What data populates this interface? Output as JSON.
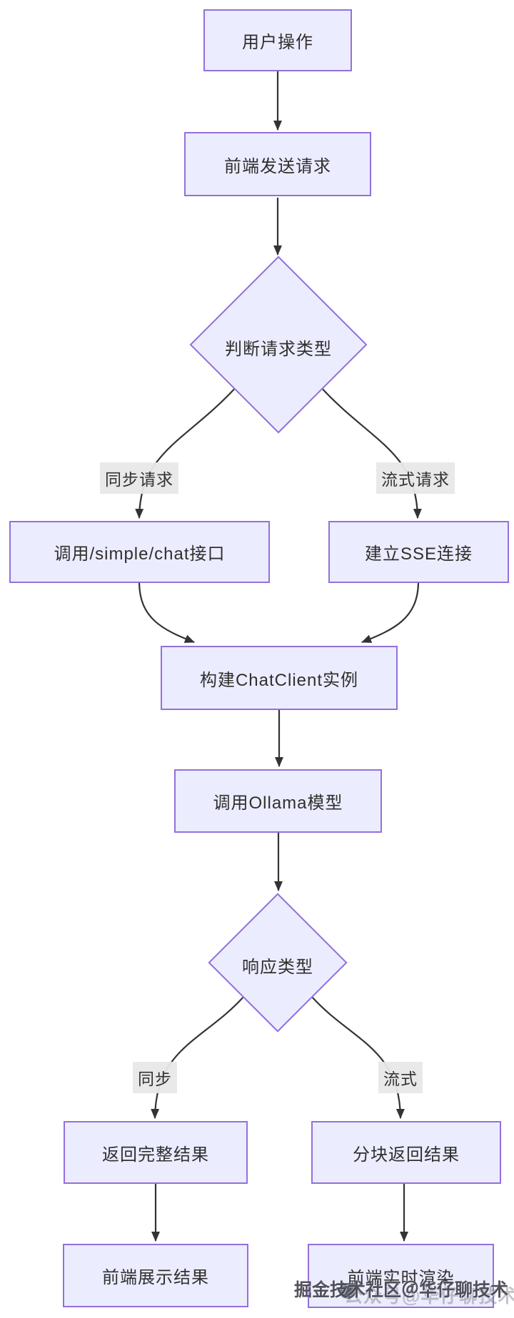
{
  "nodes": {
    "user_action": {
      "label": "用户操作"
    },
    "frontend_send": {
      "label": "前端发送请求"
    },
    "judge_type": {
      "label": "判断请求类型"
    },
    "call_simple_chat": {
      "label": "调用/simple/chat接口"
    },
    "establish_sse": {
      "label": "建立SSE连接"
    },
    "build_chatclient": {
      "label": "构建ChatClient实例"
    },
    "call_ollama": {
      "label": "调用Ollama模型"
    },
    "response_type": {
      "label": "响应类型"
    },
    "return_full": {
      "label": "返回完整结果"
    },
    "chunk_return": {
      "label": "分块返回结果"
    },
    "frontend_display": {
      "label": "前端展示结果"
    },
    "frontend_render": {
      "label": "前端实时渲染"
    }
  },
  "edge_labels": {
    "sync_request": "同步请求",
    "stream_request": "流式请求",
    "sync": "同步",
    "stream": "流式"
  },
  "watermark": {
    "primary": "掘金技术社区＠华仔聊技术",
    "secondary": "公众号@华仔聊技术"
  },
  "colors": {
    "node_fill": "#ececff",
    "node_border": "#9370db",
    "edge": "#333333",
    "label_bg": "#e8e8e8",
    "text": "#2f2f2f"
  }
}
